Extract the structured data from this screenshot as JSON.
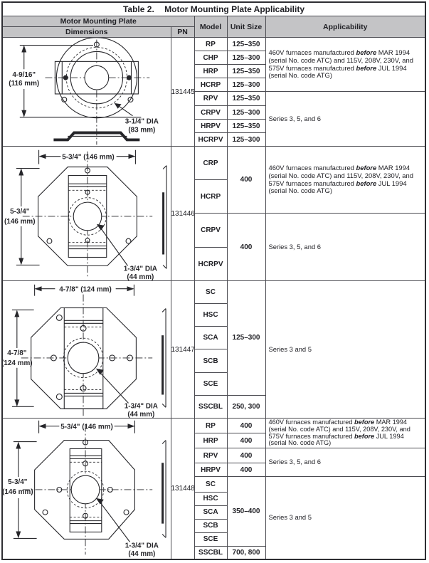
{
  "title": {
    "label": "Table 2.",
    "text": "Motor Mounting Plate Applicability"
  },
  "header": {
    "motor_mounting_plate": "Motor Mounting Plate",
    "dimensions": "Dimensions",
    "pn": "PN",
    "model": "Model",
    "unit_size": "Unit Size",
    "applicability": "Applicability"
  },
  "applicability": {
    "before_1994": [
      {
        "text": "460V furnaces manufactured "
      },
      {
        "text": "before",
        "em": true
      },
      {
        "text": " MAR 1994 (serial No. code ATC) and 115V, 208V, 230V, and 575V furnaces manufactured "
      },
      {
        "text": "before",
        "em": true
      },
      {
        "text": " JUL 1994 (serial No. code ATG)"
      }
    ],
    "series_3_5_6": "Series 3, 5, and 6",
    "series_3_5": "Series 3 and 5"
  },
  "colors": {
    "header_bg": "#c4c4c6",
    "line": "#4c4c52",
    "ink": "#26262a"
  },
  "sections": [
    {
      "pn": "131445",
      "diagram": {
        "dim_v_in": "4-9/16\"",
        "dim_v_mm": "(116 mm)",
        "dia_line1": "3-1/4\" DIA",
        "dia_line2": "(83 mm)"
      },
      "rows": [
        {
          "model": "RP",
          "unit": "125–350"
        },
        {
          "model": "CHP",
          "unit": "125–300"
        },
        {
          "model": "HRP",
          "unit": "125–350"
        },
        {
          "model": "HCRP",
          "unit": "125–300"
        },
        {
          "model": "RPV",
          "unit": "125–350"
        },
        {
          "model": "CRPV",
          "unit": "125–300"
        },
        {
          "model": "HRPV",
          "unit": "125–350"
        },
        {
          "model": "HCRPV",
          "unit": "125–300"
        }
      ]
    },
    {
      "pn": "131446",
      "diagram": {
        "dim_top": "5-3/4\" (146 mm)",
        "dim_v_in": "5-3/4\"",
        "dim_v_mm": "(146 mm)",
        "dia_line1": "1-3/4\" DIA",
        "dia_line2": "(44 mm)"
      },
      "rows": [
        {
          "model": "CRP"
        },
        {
          "model": "HCRP"
        },
        {
          "model": "CRPV"
        },
        {
          "model": "HCRPV"
        }
      ],
      "units": [
        {
          "value": "400"
        },
        {
          "value": "400"
        }
      ]
    },
    {
      "pn": "131447",
      "diagram": {
        "dim_top": "4-7/8\" (124 mm)",
        "dim_v_in": "4-7/8\"",
        "dim_v_mm": "(124 mm)",
        "dia_line1": "1-3/4\" DIA",
        "dia_line2": "(44 mm)"
      },
      "rows": [
        {
          "model": "SC"
        },
        {
          "model": "HSC"
        },
        {
          "model": "SCA"
        },
        {
          "model": "SCB"
        },
        {
          "model": "SCE"
        },
        {
          "model": "SSCBL",
          "unit": "250, 300"
        }
      ],
      "units": [
        {
          "value": "125–300"
        }
      ]
    },
    {
      "pn": "131448",
      "diagram": {
        "dim_top": "5-3/4\" (146 mm)",
        "dim_v_in": "5-3/4\"",
        "dim_v_mm": "(146 mm)",
        "dia_line1": "1-3/4\" DIA",
        "dia_line2": "(44 mm)"
      },
      "rows": [
        {
          "model": "RP",
          "unit": "400"
        },
        {
          "model": "HRP",
          "unit": "400"
        },
        {
          "model": "RPV",
          "unit": "400"
        },
        {
          "model": "HRPV",
          "unit": "400"
        },
        {
          "model": "SC"
        },
        {
          "model": "HSC"
        },
        {
          "model": "SCA"
        },
        {
          "model": "SCB"
        },
        {
          "model": "SCE"
        },
        {
          "model": "SSCBL",
          "unit": "700, 800"
        }
      ],
      "units": [
        {
          "value": "350–400"
        }
      ]
    }
  ]
}
